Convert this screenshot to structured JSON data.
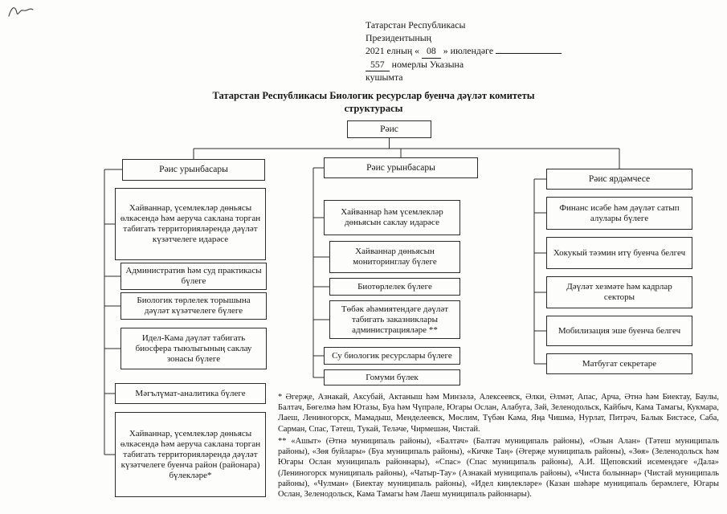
{
  "decree_note": {
    "line1": "Татарстан Республикасы",
    "line2": "Президентының",
    "line3_pre": "2021 елның «",
    "line3_day": "08",
    "line3_post": "» июлендәге",
    "line4_number": "557",
    "line4_text": "номерлы Указына",
    "line5": "кушымта"
  },
  "title": "Татарстан Республикасы Биологик ресурслар буенча дәүләт комитеты структурасы",
  "org": {
    "root": "Рәис",
    "left": {
      "head": "Рәис урынбасары",
      "items": [
        "Хайваннар, үсемлекләр дөньясы өлкәсендә һәм аеруча саклана торган табигать территорияләрендә дәүләт күзәтчелеге идарәсе",
        "Административ һәм суд практикасы бүлеге",
        "Биологик төрлелек торышына дәүләт күзәтчелеге бүлеге",
        "Идел-Кама дәүләт табигать биосфера тыюлыгының саклау зонасы бүлеге",
        "Мәгълүмат-аналитика бүлеге",
        "Хайваннар, үсемлекләр дөньясы өлкәсендә һәм аеруча саклана торган табигать территорияләрендә дәүләт күзәтчелеге буенча район (районара) бүлекләре*"
      ]
    },
    "middle": {
      "head": "Рәис урынбасары",
      "items": [
        "Хайваннар һәм үсемлекләр дөньясын саклау идарәсе",
        "Хайваннар дөньясын мониторинглау бүлеге",
        "Биотөрлелек бүлеге",
        "Төбәк әһәмиятендәге дәүләт табигать заказниклары администрацияләре **",
        "Су биологик ресурслары бүлеге",
        "Гомуми бүлек"
      ]
    },
    "right": {
      "head": "Рәис ярдәмчесе",
      "items": [
        "Финанс исәбе һәм дәүләт сатып алулары бүлеге",
        "Хокукый тәэмин итү буенча белгеч",
        "Дәүләт хезмәте һәм кадрлар секторы",
        "Мобилизация эше буенча белгеч",
        "Матбугат секретаре"
      ]
    }
  },
  "footnotes": {
    "first": "* Әгерҗе, Азнакай, Аксубай, Актаныш һәм Минзәлә, Алексеевск, Әлки, Әлмәт, Апас, Арча, Әтнә һәм Биектау, Баулы, Балтач, Бөгелмә һәм Ютазы, Буа һәм Чүпрәле, Югары Ослан, Алабуга, Зәй, Зеленодольск, Кайбыч, Кама Тамагы, Кукмара, Лаеш, Лениногорск, Мамадыш, Менделеевск, Мөслим, Түбән Кама, Яңа Чишмә, Нурлат, Питрәч, Балык Бистәсе, Саба, Сарман, Спас, Тәтеш, Тукай, Теләче, Чирмешән, Чистай.",
    "second": "** «Ашыт» (Әтнә муниципаль районы), «Балтач» (Балтач муниципаль районы), «Озын Алан» (Тәтеш муниципаль районы), «Зөя буйлары» (Буа муниципаль районы), «Кичке Таң» (Әгерҗе муниципаль районы), «Зөя» (Зеленодольск һәм Югары Ослан муниципаль районнары), «Спас» (Спас муниципаль районы), А.И. Щеповский исемендәге «Дала» (Лениногорск муниципаль районы), «Чатыр-Тау» (Азнакай муниципаль районы), «Чиста болыннар» (Чистай муниципаль районы), «Чулман» (Биектау муниципаль районы), «Идел киңлекләре» (Казан шәһәре муниципаль берәмлеге, Югары Ослан, Зеленодольск, Кама Тамагы һәм Лаеш муниципаль районнары)."
  }
}
